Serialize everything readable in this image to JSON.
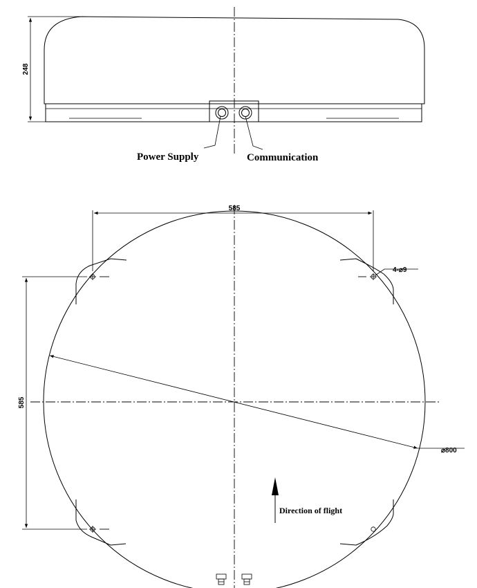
{
  "side_view": {
    "height_dim": "248",
    "power_label": "Power Supply",
    "comm_label": "Communication"
  },
  "top_view": {
    "width_dim": "585",
    "height_dim": "585",
    "hole_spec": "4-⌀9",
    "diameter_spec": "⌀800",
    "flight_label": "Direction of flight"
  }
}
